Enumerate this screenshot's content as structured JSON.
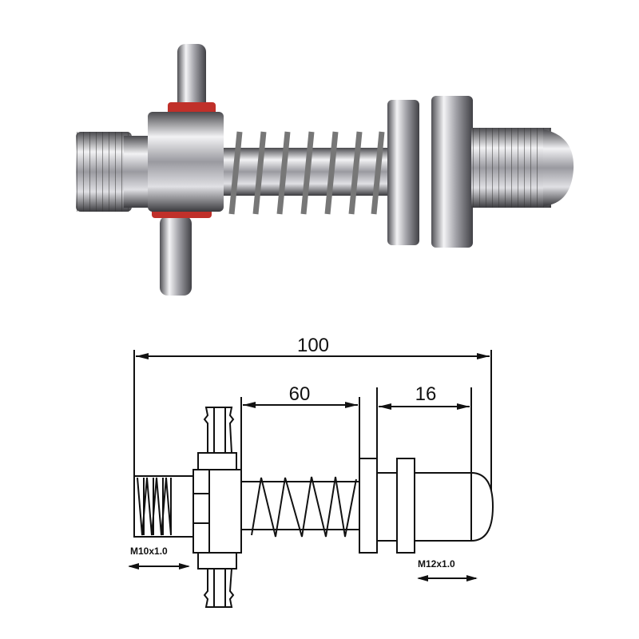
{
  "diagram": {
    "overall_length": "100",
    "spring_length": "60",
    "thread_length": "16",
    "left_thread": "M10x1.0",
    "right_thread": "M12x1.0"
  },
  "colors": {
    "metal_light": "#e8e8ea",
    "metal_dark": "#5a5a5e",
    "oring": "#c0302a",
    "line": "#111111"
  }
}
